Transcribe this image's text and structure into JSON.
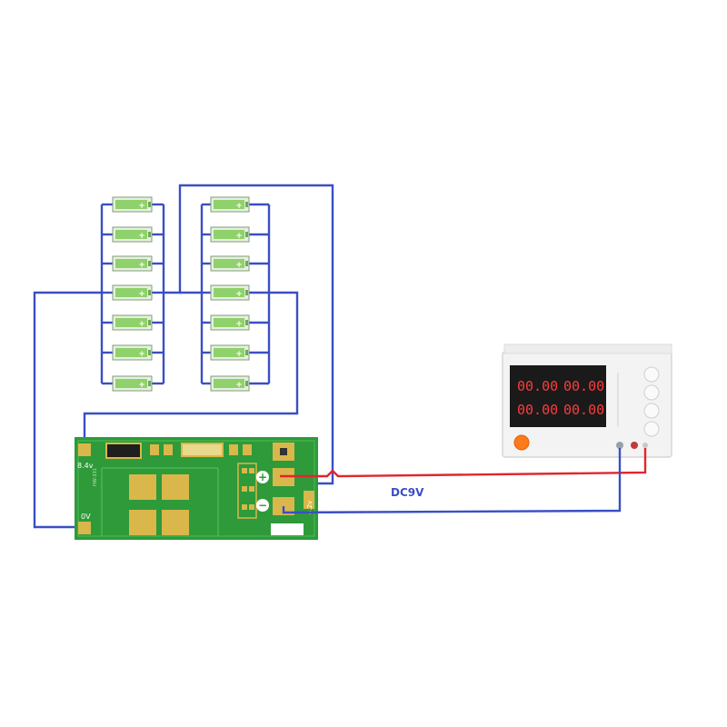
{
  "diagram": {
    "supply_label": "DC9V",
    "board": {
      "pad_top_left": "8.4v",
      "pad_bottom_left": "0V",
      "pad_right": "4.2v",
      "plus_symbol": "+",
      "minus_symbol": "−",
      "model_text": "HW-331"
    },
    "battery": {
      "plus_mark": "+"
    },
    "psu": {
      "display_top_left": "00.00",
      "display_top_right": "00.00",
      "display_bottom_left": "00.00",
      "display_bottom_right": "00.00"
    },
    "colors": {
      "wire_blue": "#3a4fc4",
      "wire_red": "#e0262e",
      "pcb_green": "#2e9a3a",
      "pad_gold": "#d9b74a",
      "battery_green": "#8fd16a",
      "display_red": "#ff3a3a"
    }
  }
}
